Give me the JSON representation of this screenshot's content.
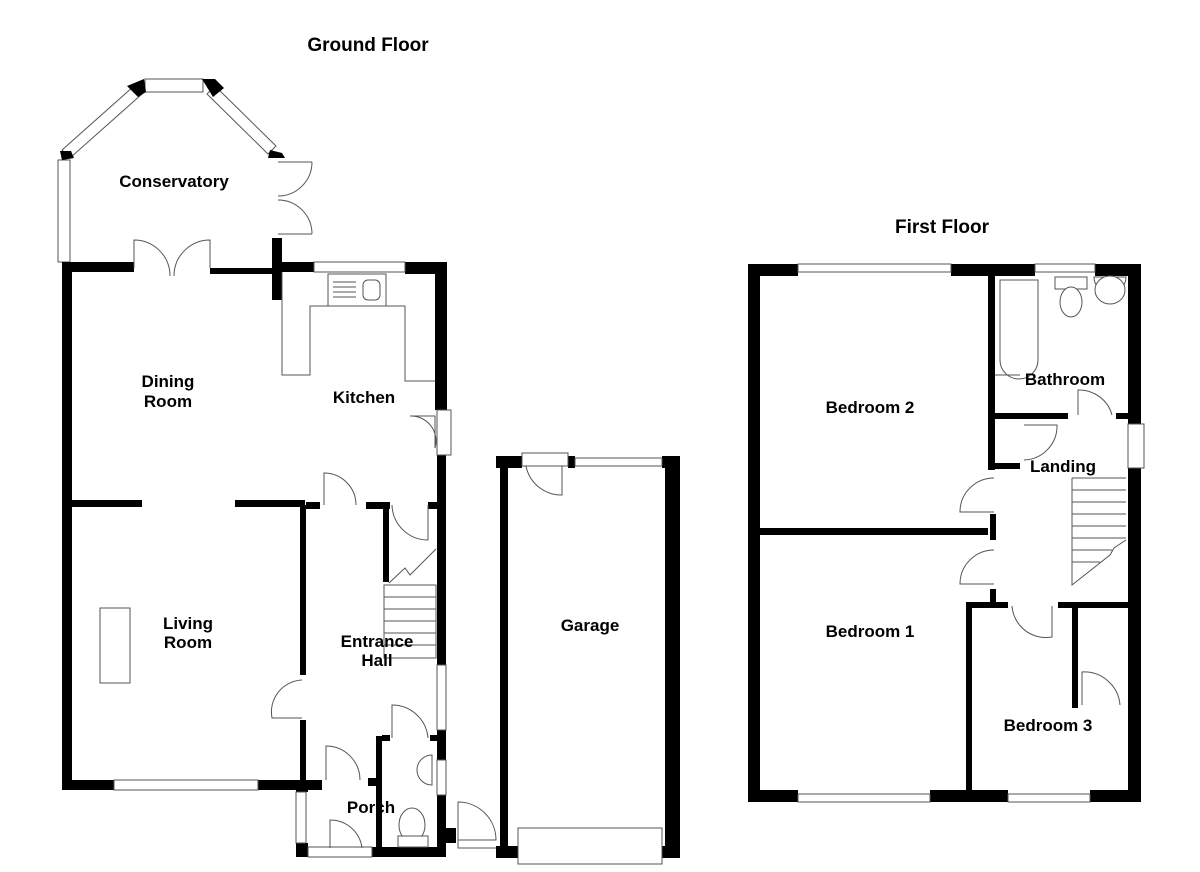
{
  "floors": {
    "ground": {
      "title": "Ground Floor",
      "rooms": {
        "conservatory": "Conservatory",
        "dining_room": [
          "Dining",
          "Room"
        ],
        "kitchen": "Kitchen",
        "living_room": [
          "Living",
          "Room"
        ],
        "entrance_hall": [
          "Entrance",
          "Hall"
        ],
        "porch": "Porch",
        "garage": "Garage"
      }
    },
    "first": {
      "title": "First Floor",
      "rooms": {
        "bedroom_2": "Bedroom 2",
        "bathroom": "Bathroom",
        "landing": "Landing",
        "bedroom_1": "Bedroom 1",
        "bedroom_3": "Bedroom 3"
      }
    }
  },
  "colors": {
    "wall": "#000000",
    "fixture_line": "#555555",
    "background": "#ffffff"
  }
}
